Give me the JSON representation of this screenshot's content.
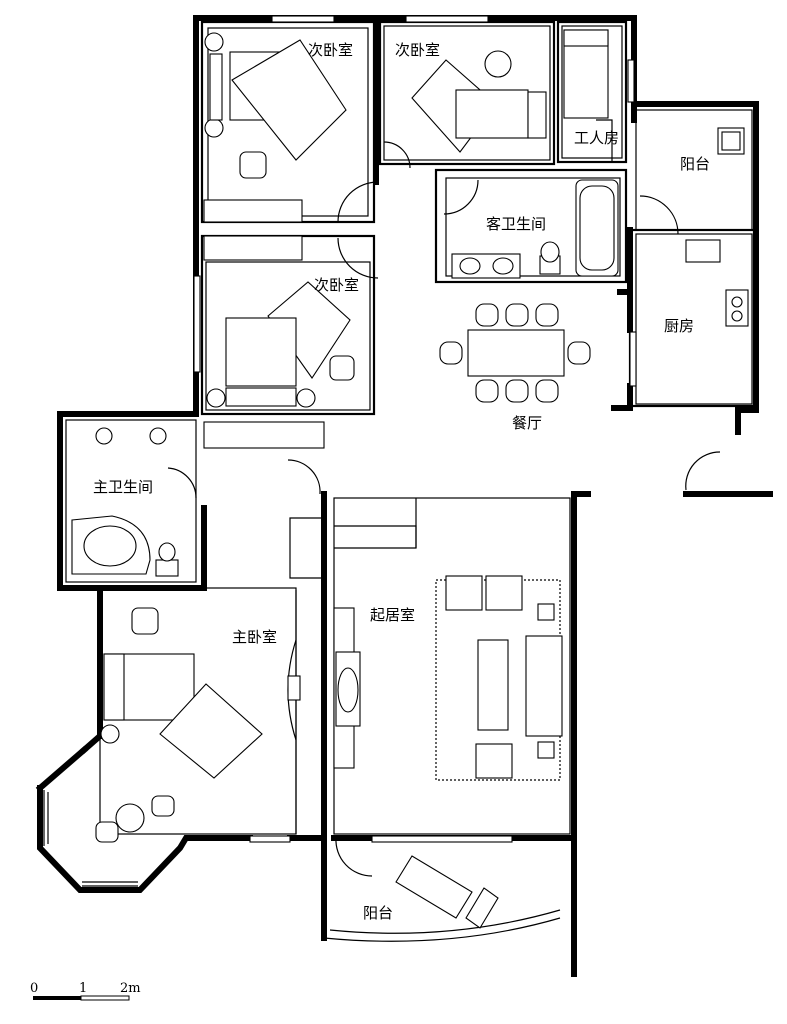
{
  "rooms": {
    "bedroom2_a": "次卧室",
    "bedroom2_b": "次卧室",
    "bedroom2_c": "次卧室",
    "maid_room": "工人房",
    "balcony_top": "阳台",
    "guest_bath": "客卫生间",
    "kitchen": "厨房",
    "dining": "餐厅",
    "master_bath": "主卫生间",
    "master_bedroom": "主卧室",
    "living_room": "起居室",
    "balcony_bottom": "阳台"
  },
  "scale": {
    "tick0": "0",
    "tick1": "1",
    "tick2": "2m"
  }
}
